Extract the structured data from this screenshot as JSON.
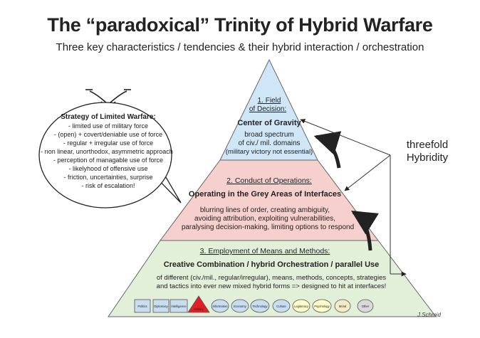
{
  "title": "The “paradoxical” Trinity of Hybrid Warfare",
  "subtitle": "Three key characteristics / tendencies & their hybrid interaction / orchestration",
  "strategy": {
    "heading": "Strategy of Limited Warfare:",
    "lines": [
      "- limited use of military force",
      "- (open) + covert/deniable use of force",
      "- regular + irregular use of force",
      "- non linear, unorthodox, asymmetric approach",
      "- perception of managable use of force",
      "- likelyhood of offensive use",
      "- friction, uncertainties, surprise",
      "- risk of escalation!"
    ]
  },
  "levels": {
    "field": {
      "label_line1": "1. Field",
      "label_line2": "of Decision:",
      "heading": "Center of Gravity",
      "lines": [
        "broad spectrum",
        "of civ./ mil. domains",
        "(military victory not essential)"
      ]
    },
    "conduct": {
      "label": "2. Conduct of Operations:",
      "heading": "Operating in the Grey Areas of Interfaces",
      "lines": [
        "blurring lines of order, creating ambiguity,",
        "avoiding attribution,  exploiting vulnerabilities,",
        "paralysing decision-making,  limiting options to respond"
      ]
    },
    "means": {
      "label": "3. Employment of Means and Methods:",
      "heading": "Creative Combination / hybrid Orchestration / parallel Use",
      "lines": [
        "of different  (civ./mil., regular/irregular), means, methods, concepts, strategies",
        "and tactics into ever new mixed hybrid forms => designed to hit at interfaces!"
      ]
    }
  },
  "domains": [
    "Politics",
    "Diplomacy",
    "Intelligence",
    "Military",
    "Information",
    "Economy",
    "Technology",
    "Culture",
    "Legitimacy",
    "Psychology",
    "Moral",
    "Other"
  ],
  "side_label_line1": "threefold",
  "side_label_line2": "Hybridity",
  "author": "J.Schmid",
  "colors": {
    "field": "#cfe6f7",
    "conduct": "#f6d0cc",
    "means": "#e2f0d9",
    "military": "#e21f26",
    "domain_box": "#c9ddf0",
    "domain_light": "#ffffcc",
    "moral": "#f3ebc6",
    "other": "#d9d9d9"
  }
}
